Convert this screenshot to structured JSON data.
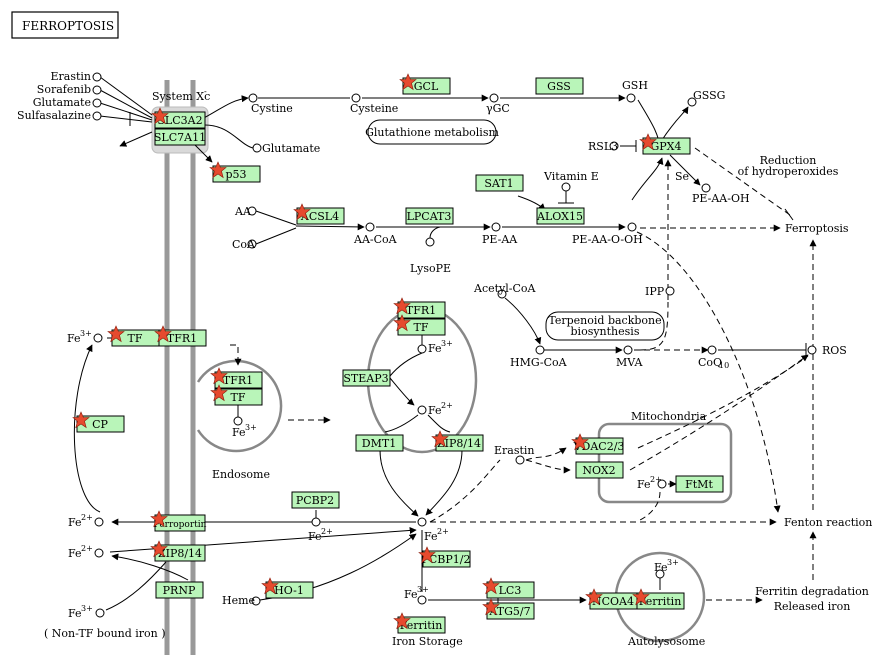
{
  "title": "FERROPTOSIS",
  "genes": {
    "slc3a2": "SLC3A2",
    "slc7a11": "SLC7A11",
    "p53": "p53",
    "gcl": "GCL",
    "gss": "GSS",
    "gpx4": "GPX4",
    "sat1": "SAT1",
    "alox15": "ALOX15",
    "acsl4": "ACSL4",
    "lpcat3": "LPCAT3",
    "tf_left": "TF",
    "tfr1_left": "TFR1",
    "tfr1_endo": "TFR1",
    "tf_endo": "TF",
    "tfr1_mid": "TFR1",
    "tf_mid": "TF",
    "steap3": "STEAP3",
    "dmt1": "DMT1",
    "zip814_mid": "ZIP8/14",
    "cp": "CP",
    "pcbp2": "PCBP2",
    "ferroportin": "Ferroportin",
    "zip814_left": "ZIP8/14",
    "prnp": "PRNP",
    "ho1": "HO-1",
    "pcbp12": "PCBP1/2",
    "ferritin_storage": "Ferritin",
    "lc3": "LC3",
    "atg57": "ATG5/7",
    "ncoa4": "NCOA4",
    "ferritin_auto": "Ferritin",
    "vdac23": "VDAC2/3",
    "nox2": "NOX2",
    "ftmt": "FtMt"
  },
  "labels": {
    "erastin": "Erastin",
    "sorafenib": "Sorafenib",
    "glutamate_in": "Glutamate",
    "sulfasalazine": "Sulfasalazine",
    "system_xc": "System Xc",
    "system_xc_sup": "-",
    "cystine": "Cystine",
    "glutamate_out": "Glutamate",
    "cysteine": "Cysteine",
    "ygc": "γGC",
    "gsh": "GSH",
    "gssg": "GSSG",
    "glut_met": "Glutathione metabolism",
    "rsl3": "RSL3",
    "se": "Se",
    "reduction1": "Reduction",
    "reduction2": "of hydroperoxides",
    "pe_aa_oh": "PE-AA-OH",
    "vitamin_e": "Vitamin E",
    "aa": "AA",
    "coa": "CoA",
    "aa_coa": "AA-CoA",
    "pe_aa": "PE-AA",
    "pe_aa_o_oh": "PE-AA-O-OH",
    "lysope": "LysoPE",
    "ferroptosis": "Ferroptosis",
    "acetyl_coa": "Acetyl-CoA",
    "ipp": "IPP",
    "terpenoid1": "Terpenoid backbone",
    "terpenoid2": "biosynthesis",
    "hmg_coa": "HMG-CoA",
    "mva": "MVA",
    "coq": "CoQ",
    "coq_sub": "10",
    "ros": "ROS",
    "fe3_left": "Fe",
    "fe3_left_sup": "3+",
    "fe3_mid": "Fe",
    "fe3_mid_sup": "3+",
    "fe3_endo": "Fe",
    "fe3_endo_sup": "3+",
    "fe2_mid": "Fe",
    "fe2_mid_sup": "2+",
    "endosome": "Endosome",
    "erastin2": "Erastin",
    "mitochondria": "Mitochondria",
    "fe2_mito": "Fe",
    "fe2_mito_sup": "2+",
    "fe2_out1": "Fe",
    "fe2_out1_sup": "2+",
    "fe2_pcbp2": "Fe",
    "fe2_pcbp2_sup": "2+",
    "fe2_center": "Fe",
    "fe2_center_sup": "2+",
    "fenton": "Fenton reaction",
    "fe2_out2": "Fe",
    "fe2_out2_sup": "2+",
    "heme": "Heme",
    "fe3_storage": "Fe",
    "fe3_storage_sup": "3+",
    "fe3_auto": "Fe",
    "fe3_auto_sup": "3+",
    "ferritin_deg1": "Ferritin degradation",
    "ferritin_deg2": "Released iron",
    "fe3_ntbi": "Fe",
    "fe3_ntbi_sup": "3+",
    "ntbi": "( Non-TF bound iron )",
    "iron_storage": "Iron Storage",
    "autolysosome": "Autolysosome"
  },
  "colors": {
    "gene_box": "#b9f5b9",
    "star": "#e64a2e",
    "membrane": "#999999"
  }
}
